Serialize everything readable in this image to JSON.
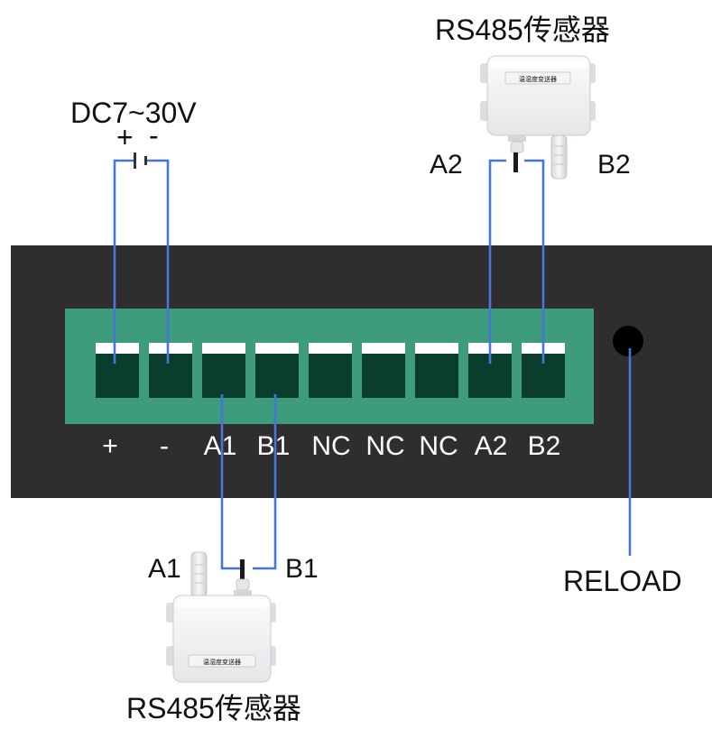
{
  "diagram": {
    "power": {
      "label": "DC7~30V",
      "plus": "+",
      "minus": "-"
    },
    "terminals": [
      "+",
      "-",
      "A1",
      "B1",
      "NC",
      "NC",
      "NC",
      "A2",
      "B2"
    ],
    "reload_label": "RELOAD",
    "sensor_top": {
      "title": "RS485传感器",
      "a_label": "A2",
      "b_label": "B2",
      "plate": "温湿度变送器"
    },
    "sensor_bottom": {
      "title": "RS485传感器",
      "a_label": "A1",
      "b_label": "B1",
      "plate": "温湿度变送器"
    },
    "colors": {
      "housing": "#2e2e2e",
      "terminal_block": "#3e9b7c",
      "terminal_slot": "#0a3d2b",
      "wire": "#4a74d8",
      "reload_button": "#000000"
    }
  }
}
